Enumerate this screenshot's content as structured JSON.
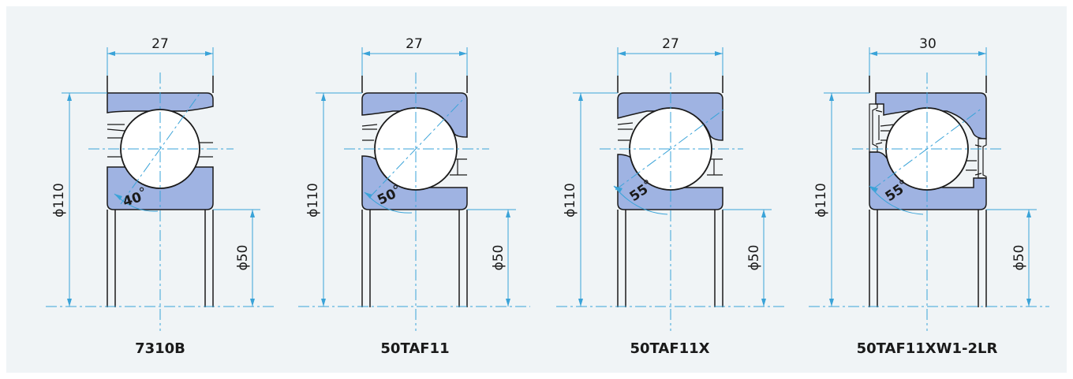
{
  "bearings": [
    {
      "name": "7310B",
      "width": "27",
      "outer_diameter": "ϕ110",
      "bore": "ϕ50",
      "contact_angle": "40",
      "degree": "°",
      "seals": false
    },
    {
      "name": "50TAF11",
      "width": "27",
      "outer_diameter": "ϕ110",
      "bore": "ϕ50",
      "contact_angle": "50",
      "degree": "°",
      "seals": false
    },
    {
      "name": "50TAF11X",
      "width": "27",
      "outer_diameter": "ϕ110",
      "bore": "ϕ50",
      "contact_angle": "55",
      "degree": "°",
      "seals": false
    },
    {
      "name": "50TAF11XW1-2LR",
      "width": "30",
      "outer_diameter": "ϕ110",
      "bore": "ϕ50",
      "contact_angle": "55",
      "degree": "°",
      "seals": true
    }
  ],
  "colors": {
    "background": "#f0f4f6",
    "ring_fill": "#9fb3e2",
    "dimension_line": "#3aa3d8",
    "outline": "#1a1a1a"
  }
}
